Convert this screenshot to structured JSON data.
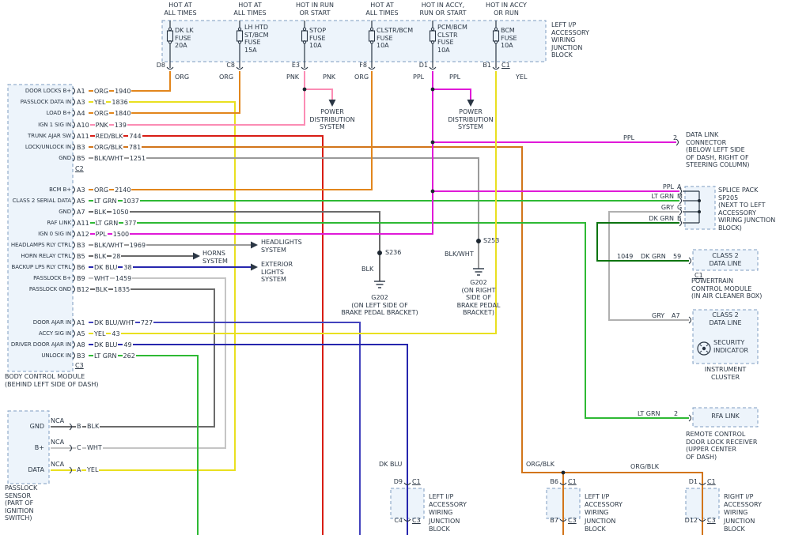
{
  "colors": {
    "org": "#e2861c",
    "yel": "#e9e020",
    "pnk": "#fb8cb4",
    "ppl": "#e01ad8",
    "red_blk": "#d81d14",
    "org_blk": "#d2751a",
    "blk": "#6b6b6b",
    "blk_wht": "#9a9a9a",
    "wht": "#c5c5c5",
    "gry": "#b0b0b0",
    "lt_grn": "#2eb934",
    "dk_grn": "#0b7410",
    "dk_blu": "#2727ae",
    "dk_blu_wht": "#4343bd",
    "diagram_ink": "#2a3644",
    "box_fill": "#edf4fb",
    "box_stroke": "#7e9cc0"
  },
  "top": {
    "feeds": [
      {
        "caption": "HOT AT\nALL TIMES",
        "fuse": "DK LK\nFUSE\n20A",
        "pin": "D8",
        "wire": "ORG"
      },
      {
        "caption": "HOT AT\nALL TIMES",
        "fuse": "LH HTD\nST/BCM\nFUSE\n15A",
        "pin": "C8",
        "wire": "ORG"
      },
      {
        "caption": "HOT IN RUN\nOR START",
        "fuse": "STOP\nFUSE\n10A",
        "pin": "E3",
        "wire": "PNK"
      },
      {
        "caption": "HOT AT\nALL TIMES",
        "fuse": "CLSTR/BCM\nFUSE\n10A",
        "pin": "F8",
        "wire": "ORG"
      },
      {
        "caption": "HOT IN ACCY,\nRUN OR START",
        "fuse": "PCM/BCM\nCLSTR\nFUSE\n10A",
        "pin": "D1",
        "wire": "PPL"
      },
      {
        "caption": "HOT IN ACCY\nOR RUN",
        "fuse": "BCM\nFUSE\n10A",
        "pin": "B1",
        "conn": "C1",
        "wire": "YEL"
      }
    ],
    "block_label": "LEFT I/P\nACCESSORY\nWIRING\nJUNCTION\nBLOCK",
    "power_dist": "POWER\nDISTRIBUTION\nSYSTEM"
  },
  "bcm": {
    "caption": "BODY CONTROL MODULE\n(BEHIND LEFT SIDE OF DASH)",
    "groups": [
      {
        "connector": "C2",
        "rows": [
          {
            "signal": "DOOR LOCKS B+",
            "pin": "A1",
            "color_label": "ORG",
            "circuit": "1940"
          },
          {
            "signal": "PASSLOCK DATA IN",
            "pin": "A3",
            "color_label": "YEL",
            "circuit": "1836"
          },
          {
            "signal": "LOAD B+",
            "pin": "A4",
            "color_label": "ORG",
            "circuit": "1840"
          },
          {
            "signal": "IGN 1 SIG IN",
            "pin": "A10",
            "color_label": "PNK",
            "circuit": "139"
          },
          {
            "signal": "TRUNK AJAR SW",
            "pin": "A11",
            "color_label": "RED/BLK",
            "circuit": "744"
          },
          {
            "signal": "LOCK/UNLOCK IN",
            "pin": "B3",
            "color_label": "ORG/BLK",
            "circuit": "781"
          },
          {
            "signal": "GND",
            "pin": "B5",
            "color_label": "BLK/WHT",
            "circuit": "1251"
          }
        ]
      },
      {
        "rows": [
          {
            "signal": "BCM B+",
            "pin": "A3",
            "color_label": "ORG",
            "circuit": "2140"
          },
          {
            "signal": "CLASS 2 SERIAL DATA",
            "pin": "A5",
            "color_label": "LT GRN",
            "circuit": "1037"
          },
          {
            "signal": "GND",
            "pin": "A7",
            "color_label": "BLK",
            "circuit": "1050"
          },
          {
            "signal": "RAF LINK",
            "pin": "A11",
            "color_label": "LT GRN",
            "circuit": "377"
          },
          {
            "signal": "IGN 0 SIG IN",
            "pin": "A12",
            "color_label": "PPL",
            "circuit": "1500"
          },
          {
            "signal": "HEADLAMPS RLY CTRL",
            "pin": "B3",
            "color_label": "BLK/WHT",
            "circuit": "1969"
          },
          {
            "signal": "HORN RELAY CTRL",
            "pin": "B5",
            "color_label": "BLK",
            "circuit": "28"
          },
          {
            "signal": "BACKUP LPS RLY CTRL",
            "pin": "B6",
            "color_label": "DK BLU",
            "circuit": "38"
          },
          {
            "signal": "PASSLOCK B+",
            "pin": "B9",
            "color_label": "WHT",
            "circuit": "1459"
          },
          {
            "signal": "PASSLOCK GND",
            "pin": "B12",
            "color_label": "BLK",
            "circuit": "1835"
          }
        ]
      },
      {
        "connector": "C3",
        "rows": [
          {
            "signal": "DOOR AJAR IN",
            "pin": "A1",
            "color_label": "DK BLU/WHT",
            "circuit": "727"
          },
          {
            "signal": "ACCY SIG IN",
            "pin": "A5",
            "color_label": "YEL",
            "circuit": "43"
          },
          {
            "signal": "DRIVER DOOR AJAR IN",
            "pin": "A8",
            "color_label": "DK BLU",
            "circuit": "49"
          },
          {
            "signal": "UNLOCK IN",
            "pin": "B3",
            "color_label": "LT GRN",
            "circuit": "262"
          }
        ]
      }
    ]
  },
  "systems": {
    "headlights": "HEADLIGHTS\nSYSTEM",
    "horns": "HORNS\nSYSTEM",
    "exterior_lights": "EXTERIOR\nLIGHTS\nSYSTEM"
  },
  "grounds": {
    "s236": "S236",
    "s253": "S253",
    "left_wire": "BLK",
    "right_wire": "BLK/WHT",
    "g202_left": "G202\n(ON LEFT SIDE OF\nBRAKE PEDAL BRACKET)",
    "g202_right": "G202\n(ON RIGHT\nSIDE OF\nBRAKE PEDAL\nBRACKET)"
  },
  "right": {
    "dlc": {
      "wire": "PPL",
      "pin": "2",
      "label": "DATA LINK\nCONNECTOR\n(BELOW LEFT SIDE\nOF DASH, RIGHT OF\nSTEERING COLUMN)"
    },
    "splice": {
      "pins": [
        {
          "wire": "PPL",
          "pin": "A"
        },
        {
          "wire": "LT GRN",
          "pin": "M"
        },
        {
          "wire": "GRY",
          "pin": "G"
        },
        {
          "wire": "DK GRN",
          "pin": "B"
        }
      ],
      "label": "SPLICE PACK\nSP205\n(NEXT TO LEFT\nACCESSORY\nWIRING JUNCTION\nBLOCK)"
    },
    "pcm": {
      "circuit": "1049",
      "wire": "DK GRN",
      "pin": "59",
      "box_label": "CLASS 2\nDATA LINE",
      "connector": "C1",
      "label": "POWERTRAIN\nCONTROL MODULE\n(IN AIR CLEANER BOX)"
    },
    "cluster": {
      "wire": "GRY",
      "pin": "A7",
      "box_label": "CLASS 2\nDATA LINE",
      "indicator_label": "SECURITY\nINDICATOR",
      "label": "INSTRUMENT\nCLUSTER"
    },
    "rfa": {
      "wire": "LT GRN",
      "pin": "2",
      "box_label": "RFA LINK",
      "label": "REMOTE CONTROL\nDOOR LOCK RECEIVER\n(UPPER CENTER\nOF DASH)"
    }
  },
  "bottom": {
    "dk_blu_label": "DK BLU",
    "org_blk_label_left": "ORG/BLK",
    "org_blk_label_right": "ORG/BLK",
    "blocks": [
      {
        "top_pin": "D9",
        "top_conn": "C1",
        "bottom_pin": "C4",
        "bottom_conn": "C3",
        "label": "LEFT I/P\nACCESSORY\nWIRING\nJUNCTION\nBLOCK"
      },
      {
        "top_pin": "B6",
        "top_conn": "C1",
        "bottom_pin": "B7",
        "bottom_conn": "C3",
        "label": "LEFT I/P\nACCESSORY\nWIRING\nJUNCTION\nBLOCK"
      },
      {
        "top_pin": "D1",
        "top_conn": "C1",
        "bottom_pin": "D12",
        "bottom_conn": "C3",
        "label": "RIGHT I/P\nACCESSORY\nWIRING\nJUNCTION\nBLOCK"
      }
    ]
  },
  "sensor": {
    "caption": "PASSLOCK\nSENSOR\n(PART OF\nIGNITION\nSWITCH)",
    "rows": [
      {
        "signal": "GND",
        "nca": "NCA",
        "pin": "B",
        "wire": "BLK"
      },
      {
        "signal": "B+",
        "nca": "NCA",
        "pin": "C",
        "wire": "WHT"
      },
      {
        "signal": "DATA",
        "nca": "NCA",
        "pin": "A",
        "wire": "YEL"
      }
    ]
  }
}
